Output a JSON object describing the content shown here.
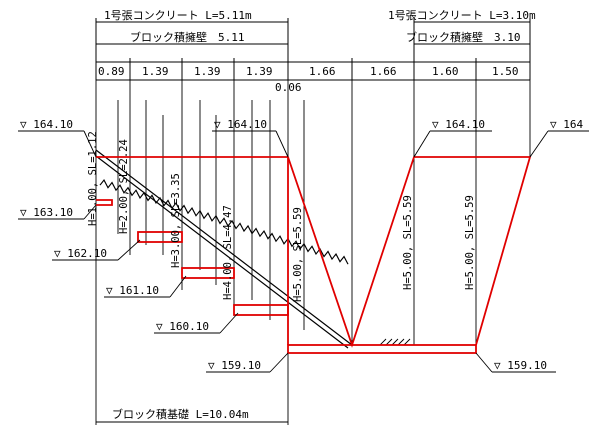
{
  "colors": {
    "line": "#000000",
    "concrete": "#e00000",
    "background": "#ffffff"
  },
  "top_dimensions": {
    "left_concrete": "1号張コンクリート L=5.11m",
    "right_concrete": "1号張コンクリート L=3.10m",
    "left_block_wall": "ブロック積擁壁　5.11",
    "right_block_wall": "ブロック積擁壁　3.10"
  },
  "spans": [
    "0.89",
    "1.39",
    "1.39",
    "1.39",
    "1.66",
    "1.66",
    "1.60",
    "1.50"
  ],
  "small_offset": "0.06",
  "elevations": {
    "left_top": "▽ 164.10",
    "mid_top": "▽ 164.10",
    "right_top": "▽ 164.10",
    "far_right_top": "▽ 164",
    "e163": "▽ 163.10",
    "e162": "▽ 162.10",
    "e161": "▽ 161.10",
    "e160": "▽ 160.10",
    "bottom_left": "▽ 159.10",
    "bottom_right": "▽ 159.10"
  },
  "step_labels": [
    "H=1.00, SL=1.12",
    "H=2.00, SL=2.24",
    "H=3.00, SL=3.35",
    "H=4.00, SL=4.47",
    "H=5.00, SL=5.59"
  ],
  "right_labels": [
    "H=5.00, SL=5.59",
    "H=5.00, SL=5.59"
  ],
  "foundation": "ブロック積基礎 L=10.04m"
}
